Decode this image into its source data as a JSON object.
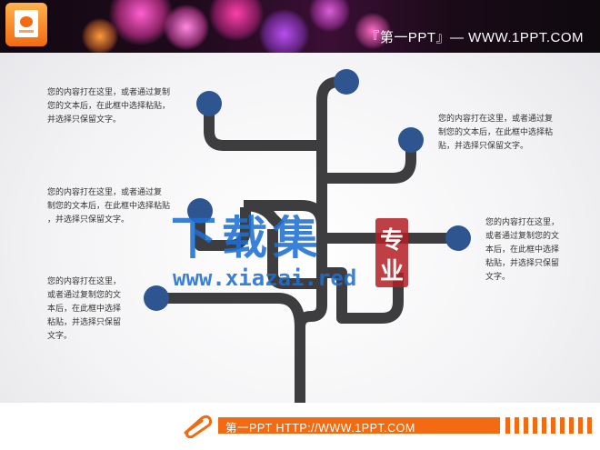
{
  "header": {
    "title": "『第一PPT』— WWW.1PPT.COM",
    "logo_icon": "powerpoint-icon"
  },
  "notes": [
    {
      "lines": [
        "您的内容打在这里，或者通过复制",
        "您的文本后，在此框中选择粘贴，",
        "并选择只保留文字。"
      ]
    },
    {
      "lines": [
        "您的内容打在这里，或者通过复",
        "制您的文本后，在此框中选择粘",
        "贴，并选择只保留文字。"
      ]
    },
    {
      "lines": [
        "您的内容打在这里，或者通过复",
        "制您的文本后，在此框中选择粘贴",
        "，并选择只保留文字。"
      ]
    },
    {
      "lines": [
        "您的内容打在这里，",
        "或者通过复制您的文",
        "本后，在此框中选择",
        "粘贴，并选择只保留",
        "文字。"
      ]
    },
    {
      "lines": [
        "您的内容打在这里，",
        "或者通过复制您的文",
        "本后，在此框中选择",
        "粘贴，并选择只保留",
        "文字。"
      ]
    }
  ],
  "watermark": {
    "main": "下载集",
    "url": "www.xiazai.red",
    "seal": [
      "专",
      "业"
    ]
  },
  "footer": {
    "text": "第一PPT HTTP://WWW.1PPT.COM",
    "clip_icon": "paperclip-icon"
  },
  "colors": {
    "accent_orange": "#f26a12",
    "node_blue": "#2e5590",
    "branch_gray": "#3d3d40"
  }
}
